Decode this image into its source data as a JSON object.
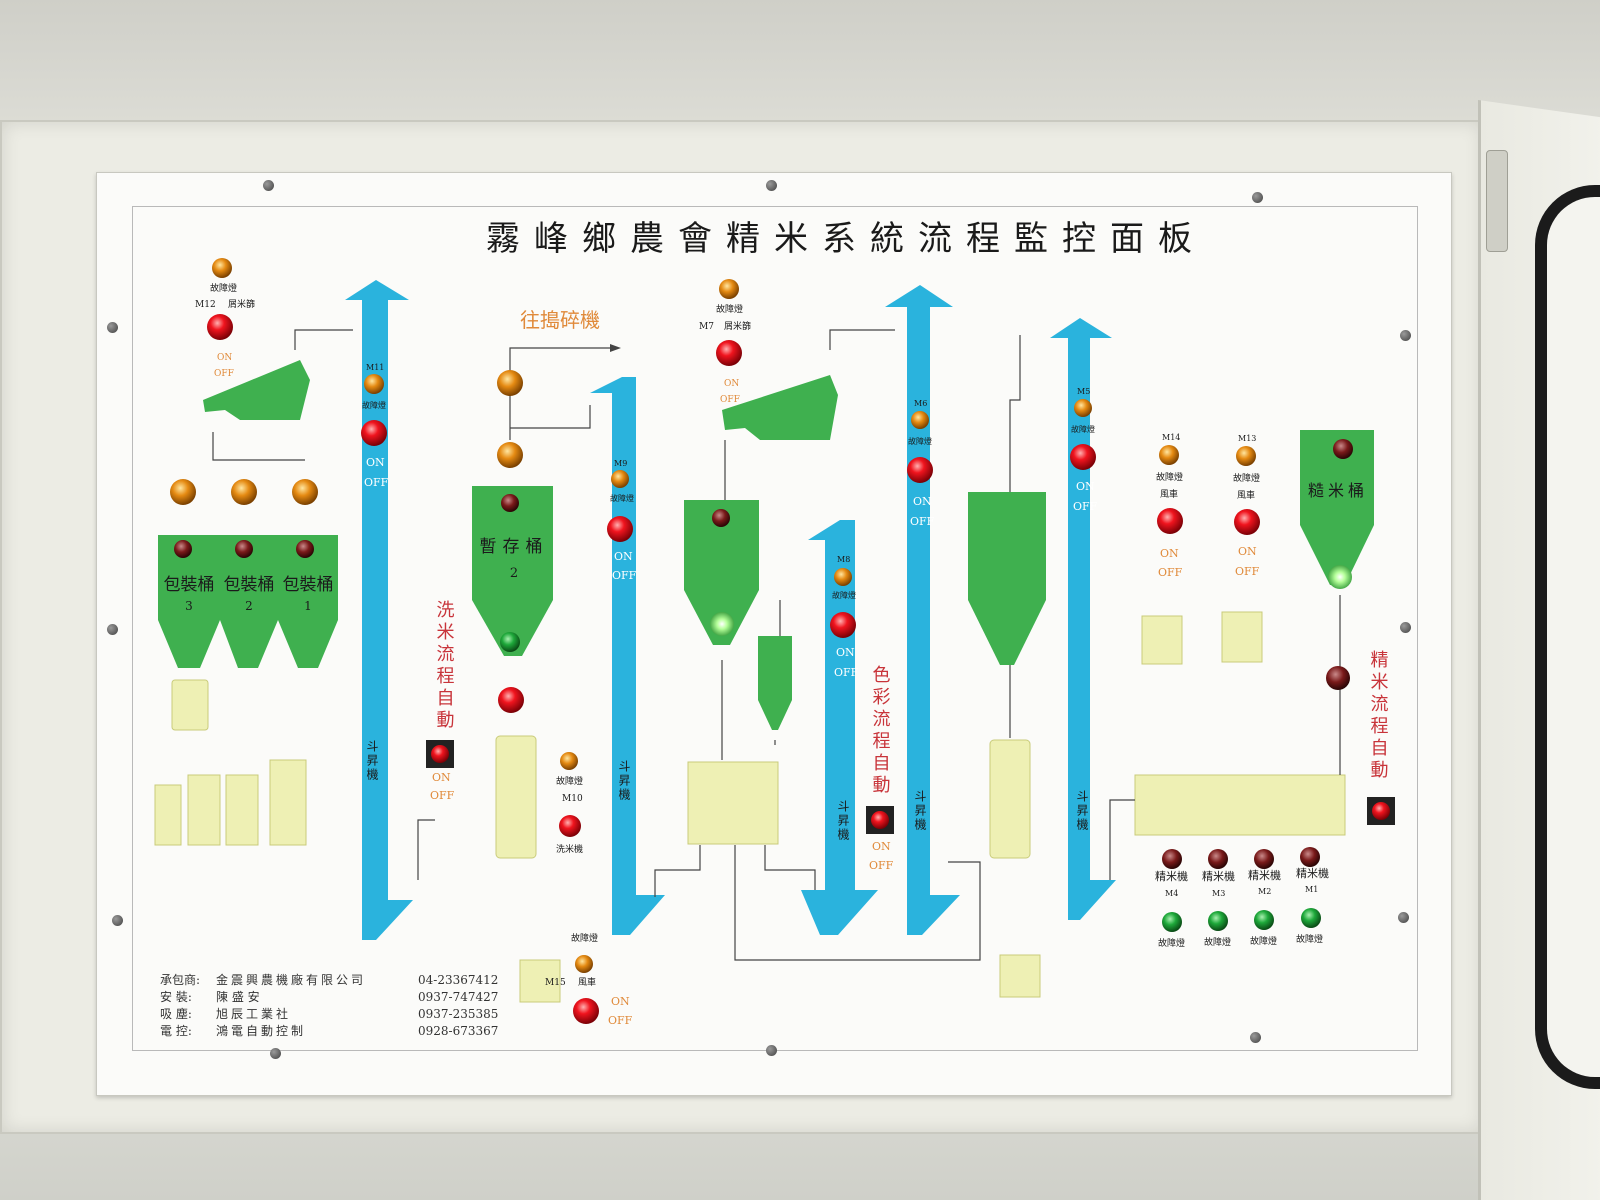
{
  "title": "霧峰鄉農會精米系統流程監控面板",
  "labels": {
    "fault_lamp": "故障燈",
    "on": "ON",
    "off": "OFF",
    "to_crusher": "往搗碎機",
    "elevator": "斗昇機",
    "wash_flow": "洗米流程自動",
    "color_flow": "色彩流程自動",
    "polish_flow": "精米流程自動",
    "bran_bin": "屑米篩",
    "wash_machine": "洗米機",
    "fan": "風車",
    "polisher": "精米機",
    "brown_bin": "糙米桶",
    "temp_bin": "暫存桶",
    "temp_bin_no": "2",
    "pack_bin": "包裝桶"
  },
  "motors": {
    "m12": "M12",
    "m11": "M11",
    "m10": "M10",
    "m9": "M9",
    "m8": "M8",
    "m7": "M7",
    "m6": "M6",
    "m5": "M5",
    "m14": "M14",
    "m13": "M13",
    "m15": "M15",
    "m4": "M4",
    "m3": "M3",
    "m2": "M2",
    "m1": "M1"
  },
  "pack_bins": [
    "3",
    "2",
    "1"
  ],
  "polishers": [
    "M4",
    "M3",
    "M2",
    "M1"
  ],
  "credits": [
    {
      "role": "承包商:",
      "name": "金震興農機廠有限公司",
      "phone": "04-23367412"
    },
    {
      "role": "安  裝:",
      "name": "陳    盛    安",
      "phone": "0937-747427"
    },
    {
      "role": "吸  塵:",
      "name": "旭辰工業社",
      "phone": "0937-235385"
    },
    {
      "role": "電  控:",
      "name": "鴻電自動控制",
      "phone": "0928-673367"
    }
  ],
  "colors": {
    "bin_green": "#3fb04f",
    "elevator_blue": "#2ab3dd",
    "machine_yellow": "#eef0b4",
    "lamp_red": "#e0141c",
    "lamp_amber": "#e58a12",
    "lamp_green": "#1ea83a",
    "label_red": "#c8343a",
    "label_orange": "#e08a3a"
  }
}
